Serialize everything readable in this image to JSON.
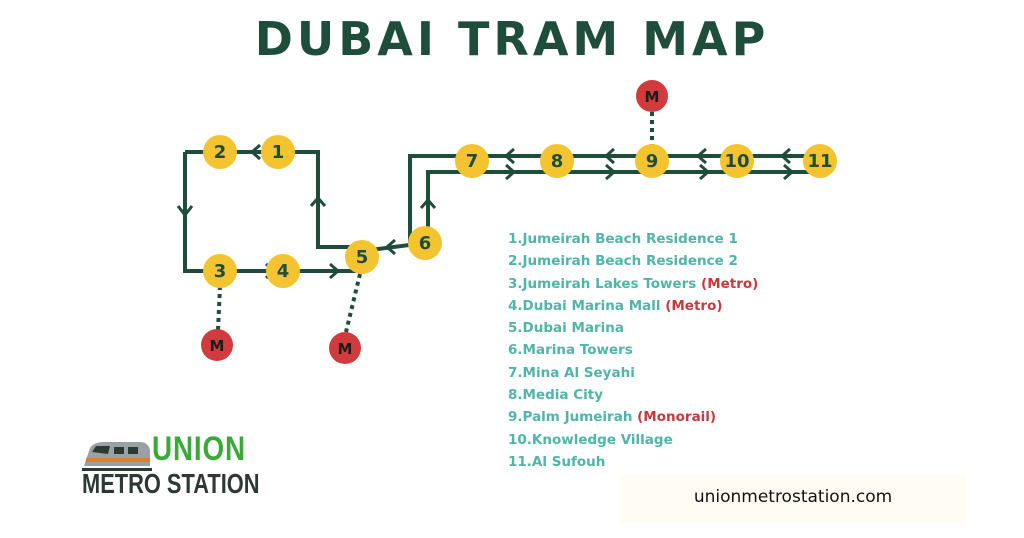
{
  "title": "DUBAI TRAM MAP",
  "colors": {
    "track": "#1f4d3c",
    "station_fill": "#f4c430",
    "interchange_fill": "#d23b3d",
    "legend_text": "#4fb5a8",
    "legend_tag": "#c9383e"
  },
  "stations": [
    {
      "number": "1",
      "name": "Jumeirah Beach Residence 1",
      "tag": ""
    },
    {
      "number": "2",
      "name": "Jumeirah Beach Residence 2",
      "tag": ""
    },
    {
      "number": "3",
      "name": "Jumeirah Lakes Towers",
      "tag": "(Metro)"
    },
    {
      "number": "4",
      "name": "Dubai Marina Mall",
      "tag": "(Metro)"
    },
    {
      "number": "5",
      "name": "Dubai Marina",
      "tag": ""
    },
    {
      "number": "6",
      "name": "Marina Towers",
      "tag": ""
    },
    {
      "number": "7",
      "name": "Mina Al Seyahi",
      "tag": ""
    },
    {
      "number": "8",
      "name": "Media City",
      "tag": ""
    },
    {
      "number": "9",
      "name": "Palm Jumeirah",
      "tag": "(Monorail)"
    },
    {
      "number": "10",
      "name": "Knowledge Village",
      "tag": ""
    },
    {
      "number": "11",
      "name": "Al Sufouh",
      "tag": ""
    }
  ],
  "legend": {
    "items": [
      {
        "index": "1.",
        "name": "Jumeirah Beach Residence 1",
        "tag": ""
      },
      {
        "index": "2.",
        "name": "Jumeirah Beach Residence 2",
        "tag": ""
      },
      {
        "index": "3.",
        "name": "Jumeirah Lakes Towers",
        "tag": "(Metro)"
      },
      {
        "index": "4.",
        "name": "Dubai Marina Mall",
        "tag": "(Metro)"
      },
      {
        "index": "5.",
        "name": "Dubai Marina",
        "tag": ""
      },
      {
        "index": "6.",
        "name": "Marina Towers",
        "tag": ""
      },
      {
        "index": "7.",
        "name": "Mina Al Seyahi",
        "tag": ""
      },
      {
        "index": "8.",
        "name": "Media City",
        "tag": ""
      },
      {
        "index": "9.",
        "name": "Palm Jumeirah",
        "tag": "(Monorail)"
      },
      {
        "index": "10.",
        "name": "Knowledge Village",
        "tag": ""
      },
      {
        "index": "11.",
        "name": "Al Sufouh",
        "tag": ""
      }
    ]
  },
  "interchanges": [
    {
      "label": "M",
      "connects_station": "3",
      "icon": "metro-interchange"
    },
    {
      "label": "M",
      "connects_station": "5",
      "icon": "metro-interchange"
    },
    {
      "label": "M",
      "connects_station": "9",
      "icon": "metro-interchange"
    }
  ],
  "logo": {
    "line1": "UNION",
    "line2": "METRO STATION",
    "icon": "train-icon"
  },
  "website": "unionmetrostation.com"
}
